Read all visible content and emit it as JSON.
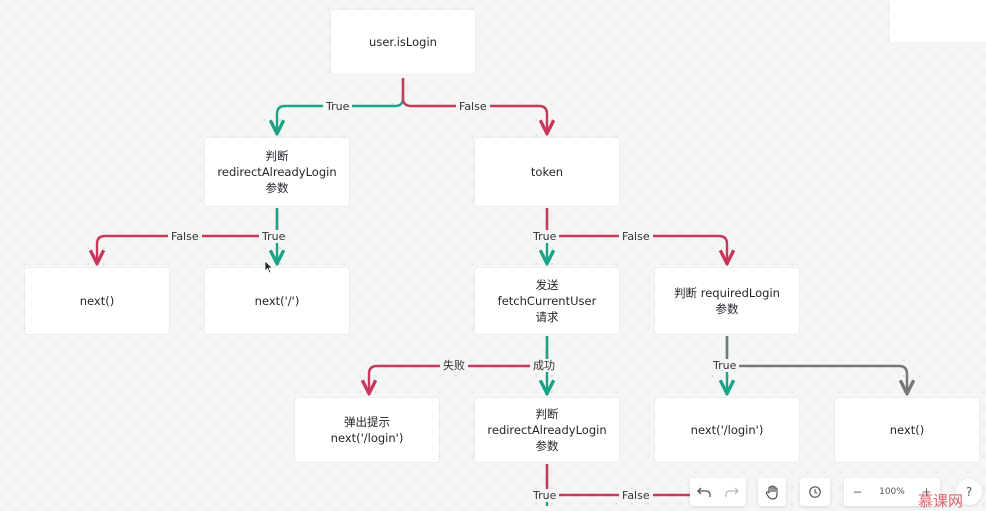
{
  "nodes": {
    "is_login": "user.isLogin",
    "judge_redirect_1": "判断\nredirectAlreadyLogin\n参数",
    "token": "token",
    "next_root_1": "next()",
    "next_slash": "next('/')",
    "send_fetch": "发送\nfetchCurrentUser\n请求",
    "judge_required": "判断 requiredLogin\n参数",
    "popup_tip": "弹出提示\nnext('/login')",
    "judge_redirect_2": "判断\nredirectAlreadyLogin\n参数",
    "next_login": "next('/login')",
    "next_root_2": "next()"
  },
  "edge_labels": {
    "is_login_true": "True",
    "is_login_false": "False",
    "redirect1_false": "False",
    "redirect1_true": "True",
    "token_true": "True",
    "token_false": "False",
    "fetch_fail": "失败",
    "fetch_success": "成功",
    "required_true": "True",
    "redirect2_true": "True",
    "redirect2_false": "False"
  },
  "colors": {
    "true_edge": "#1aa386",
    "false_edge": "#c8385a",
    "neutral_edge": "#777777"
  },
  "toolbar": {
    "undo_icon": "undo-icon",
    "redo_icon": "redo-icon",
    "hand_icon": "hand-icon",
    "history_icon": "history-icon",
    "zoom_out": "−",
    "zoom_level": "100%",
    "zoom_in": "+",
    "help": "?"
  },
  "watermark": "慕课网"
}
